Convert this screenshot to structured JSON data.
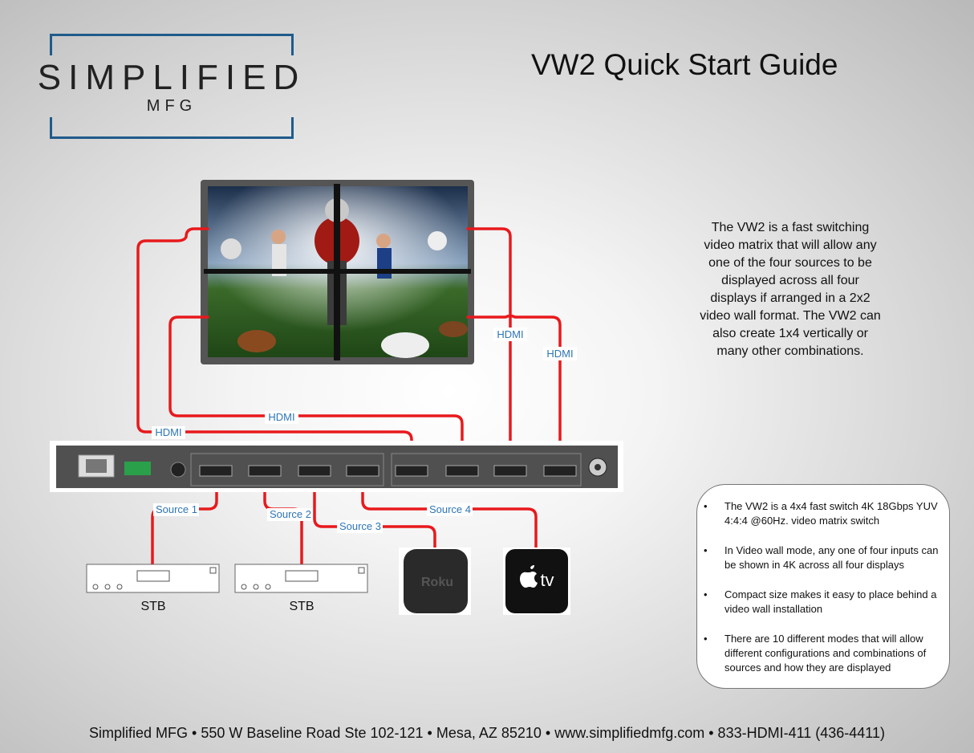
{
  "logo": {
    "word": "SIMPLIFIED",
    "sub": "MFG"
  },
  "title": "VW2 Quick Start Guide",
  "intro": "The VW2 is a fast switching video matrix that will allow any one of the four sources to be displayed across all four displays if arranged in a 2x2 video wall format. The VW2 can also create 1x4 vertically or many other combinations.",
  "features": [
    "The VW2 is a 4x4 fast switch 4K 18Gbps YUV 4:4:4 @60Hz. video matrix switch",
    "In Video wall mode, any one of four inputs can be shown in 4K across all four displays",
    "Compact size makes it easy to place behind a video wall installation",
    "There are 10 different modes that will allow different configurations and combinations of sources and how they are displayed"
  ],
  "bullet": "•",
  "labels": {
    "hdmi": "HDMI",
    "source1": "Source 1",
    "source2": "Source 2",
    "source3": "Source 3",
    "source4": "Source 4",
    "stb": "STB",
    "roku": "Roku",
    "appletv": "tv"
  },
  "footer": "Simplified MFG • 550 W Baseline Road Ste 102-121 • Mesa, AZ 85210 • www.simplifiedmfg.com • 833-HDMI-411 (436-4411)",
  "colors": {
    "cable": "#e8191c",
    "label": "#2e75b6",
    "logo_bracket": "#1f5b8c"
  }
}
